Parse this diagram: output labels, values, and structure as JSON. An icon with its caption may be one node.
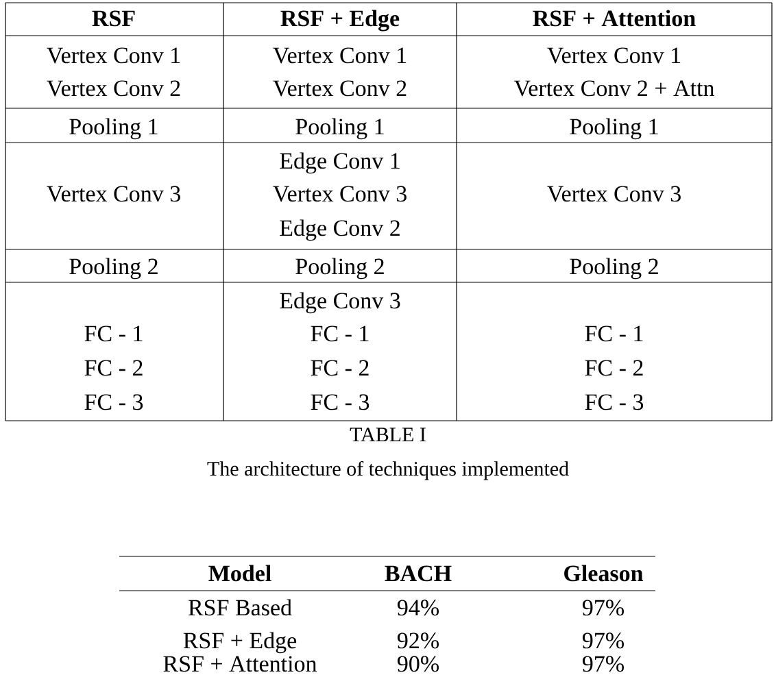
{
  "diagram": {
    "caption": "The architecture of techniques implemented",
    "labels": [
      "RSF",
      "RSF + Edge",
      "RSF + Attention",
      "Vertex Conv 1",
      "Vertex Conv 1",
      "Vertex Conv 1",
      "Vertex Conv 2",
      "Vertex Conv 2",
      "Vertex Conv 2 + Attn",
      "Pooling 1",
      "Pooling 1",
      "Pooling 1",
      "Edge Conv 1",
      "Vertex Conv 3",
      "Vertex Conv 3",
      "Vertex Conv 3",
      "Edge Conv 2",
      "Pooling 2",
      "Pooling 2",
      "Pooling 2",
      "Edge Conv 3",
      "FC - 1",
      "FC - 1",
      "FC - 1",
      "FC - 2",
      "FC - 2",
      "FC - 2",
      "FC - 3",
      "FC - 3",
      "FC - 3",
      "TABLE I",
      "Model",
      "BACH",
      "Gleason",
      "RSF Based",
      "94%",
      "97%",
      "RSF + Edge",
      "92%",
      "97%",
      "RSF + Attention",
      "90%",
      "97%"
    ]
  }
}
